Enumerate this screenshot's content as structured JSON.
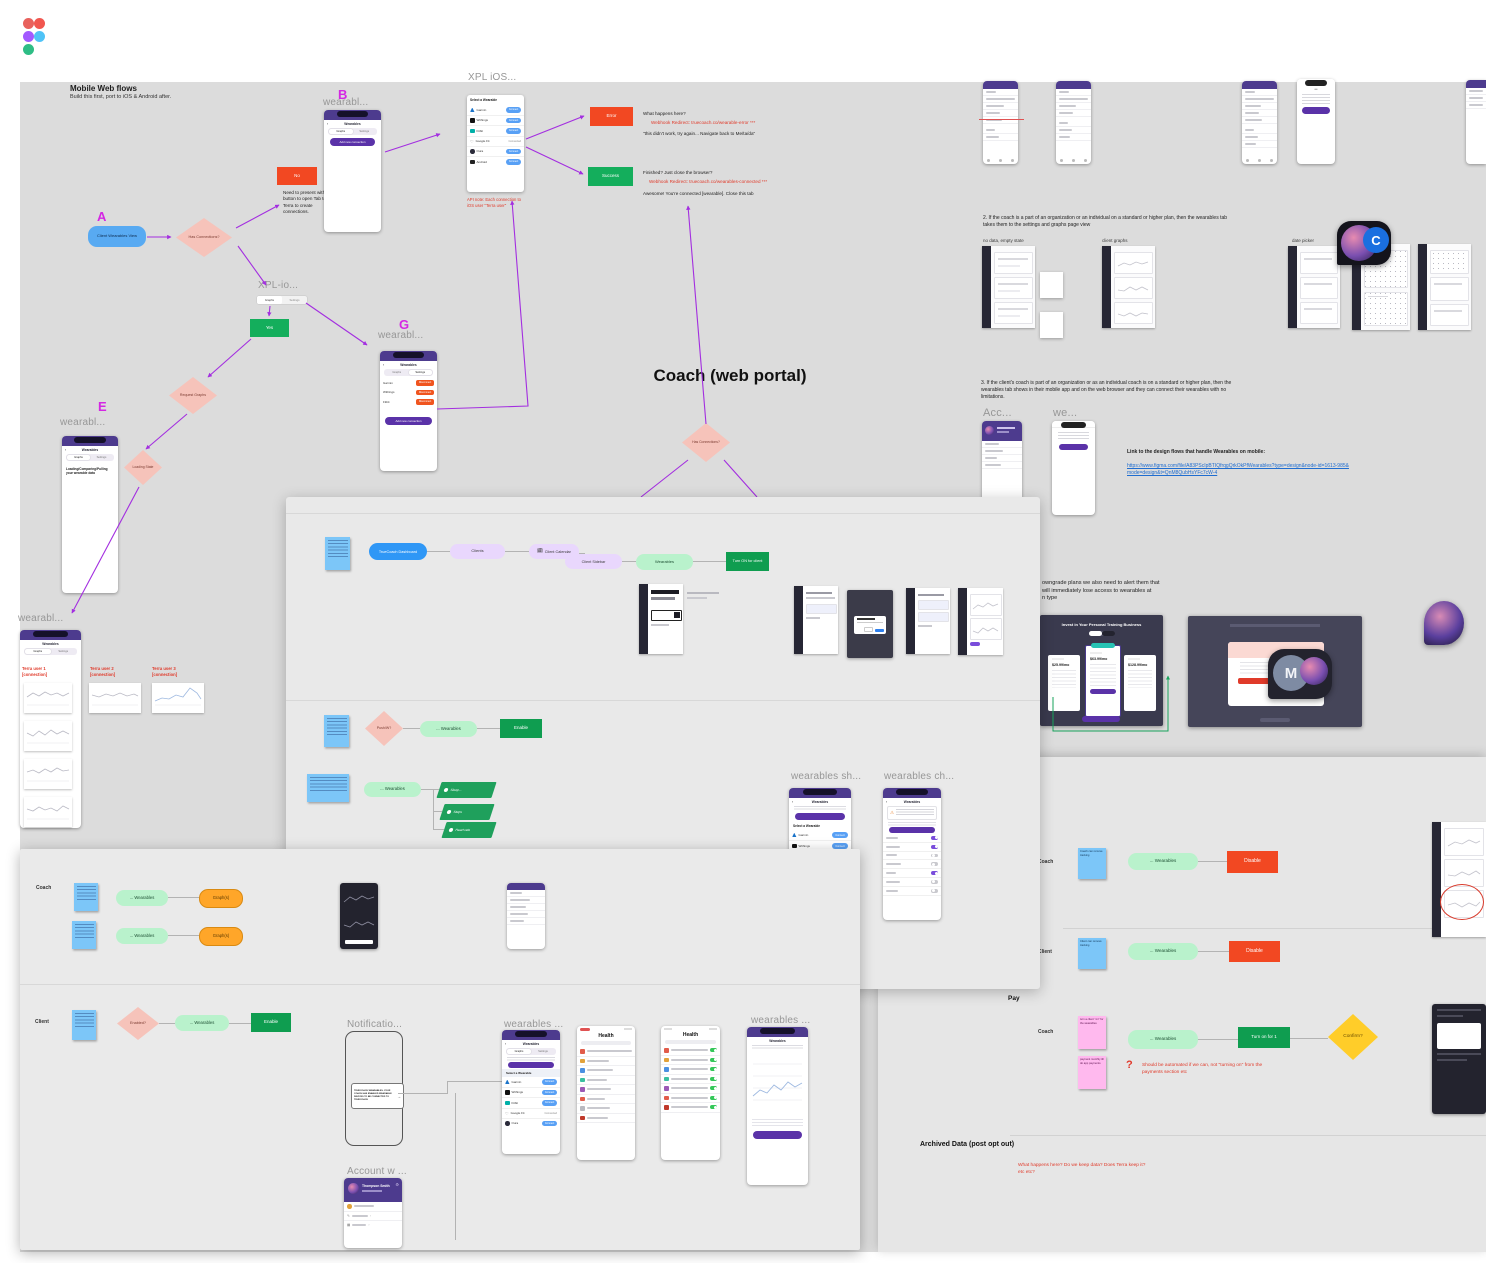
{
  "header": {
    "title": "Mobile Web flows",
    "subtitle": "Build this first, port to iOS & Android after."
  },
  "labels": {
    "a": "A",
    "b": "B",
    "e": "E",
    "g": "G"
  },
  "frames": {
    "wearable": "wearabl...",
    "xpl_ios": "XPL iOS...",
    "xpl_io": "XPL-io...",
    "acc": "Acc...",
    "we": "we...",
    "wearables_sh": "wearables sh...",
    "wearables_ch": "wearables ch...",
    "notification": "Notificatio...",
    "wearables_dots": "wearables ...",
    "account": "Account w ..."
  },
  "flow1": {
    "start": "Client Wearables View",
    "has_connections": "Has Connections?",
    "no": "No",
    "no_note": "Need to present with button to open Tab to Terra to create connections.",
    "tabs": {
      "left": "Graphs",
      "right": "Settings"
    },
    "yes": "Yes",
    "request_graphs": "Request Graphs",
    "loading_state": "Loading State",
    "loading_copy": "Loading/Comparing/Pulling your wearable data"
  },
  "select_wearable": {
    "header": "Select a Wearable",
    "items": [
      {
        "name": "Garmin",
        "action": "Connect"
      },
      {
        "name": "Withings",
        "action": "Connect"
      },
      {
        "name": "Fitbit",
        "action": "Connect"
      },
      {
        "name": "Google Fit",
        "action": "Connected"
      },
      {
        "name": "Oura",
        "action": "Connect"
      },
      {
        "name": "Android",
        "action": "Connect"
      }
    ],
    "api_note": "API note: Each connection to iOS user \"Terra user\""
  },
  "outcomes": {
    "error_label": "Error",
    "error_q": "What happens here?",
    "error_redirect": "Webhook Redirect: truecoach.co/wearable-error ***",
    "error_copy": "\"this didn't work, try again... Navigate back to Me/ta/da\"",
    "success_label": "Success",
    "success_q": "Finished? Just close the browser?",
    "success_redirect": "Webhook Redirect: truecoach.co/wearables-connected ***",
    "success_copy": "Awesome! You're connected [wearable]. Close this tab"
  },
  "phones": {
    "title": "Wearables",
    "tab1": "Graphs",
    "tab2": "Settings",
    "add_button": "Add new connection",
    "disconnect": "Disconnect"
  },
  "coach_portal": {
    "title": "Coach (web portal)",
    "diamond": "Has Connections?"
  },
  "terra_users": [
    "Terra user 1 [connection]",
    "Terra user 2 [connection]",
    "Terra user 3 [connection]"
  ],
  "right": {
    "note2": "2. If the coach is a part of an organization or an individual on a standard or higher plan, then the wearables tab takes them to the settings and graphs page view",
    "cap_no_data": "no data, empty state",
    "cap_client_graphs": "client graphs",
    "cap_date_picker": "date picker",
    "note3": "3. If the client's coach is part of an organization or as an individual coach is on a standard or higher plan, then the wearables tab shows in their mobile app and on the web browser and they can connect their wearables with no limitations.",
    "link_label": "Link to the design flows that handle Wearables on mobile:",
    "link_url": "https://www.figma.com/file/A83PScIpBTIQfrqgQrkOkPfWearables?type=design&node-id=1613-985&mode=design&t=QnM8QubHsYFc7cW-4",
    "downgrade_l1": "owngrade plans we also need to alert them that",
    "downgrade_l2": "will immediately lose access to wearables at",
    "downgrade_l3": "n type",
    "pricing_title": "Invest in Your Personal Training Business",
    "price1": "$25.99/mo",
    "price2": "$63.99/mo",
    "price3": "$128.99/mo",
    "avatar_c": "C",
    "avatar_m": "M"
  },
  "mid": {
    "flow": [
      "TrueCoach Dashboard",
      "Clients",
      "Client Calendar",
      "Client Sidebar",
      "Wearables",
      "Turn ON for client"
    ],
    "push": "Push/W?",
    "wearables_pill": "... Wearables",
    "enable": "Enable",
    "toggles": [
      "Sleep...",
      "Steps",
      "Heart rate"
    ]
  },
  "bl": {
    "coach": "Coach",
    "client": "Client",
    "wearables_pill": "... Wearables",
    "graphs": "Graph(s)",
    "enabled_q": "Enabled?",
    "enable": "Enable",
    "notif_text": "TRUECOACH WEARABLES: YOUR COACH HAS ENABLED WEARABLE DEVICES TO BE CONNECTED TO TRUECOACH",
    "health_title": "Health",
    "account_name": "Thompson Smith"
  },
  "br": {
    "coach": "Coach",
    "client": "Client",
    "pay": "Pay",
    "wearables_pill": "... Wearables",
    "disable": "Disable",
    "turn_on": "Turn on for 1",
    "confirm": "Confirm?",
    "qmark": "?",
    "automate_note": "Should be automated if we can, not \"turning on\" from the payments section etc",
    "sticky_coach": "Coach can remove tracking",
    "sticky_client": "Client can remove tracking",
    "sticky_turn": "turn a client \"on\" for the wearables",
    "sticky_payment": "payment monthly till do app payments",
    "archived_title": "Archived Data (post opt out)",
    "archived_note": "What happens here? Do we keep data? Does Terra keep it? etc etc?"
  }
}
